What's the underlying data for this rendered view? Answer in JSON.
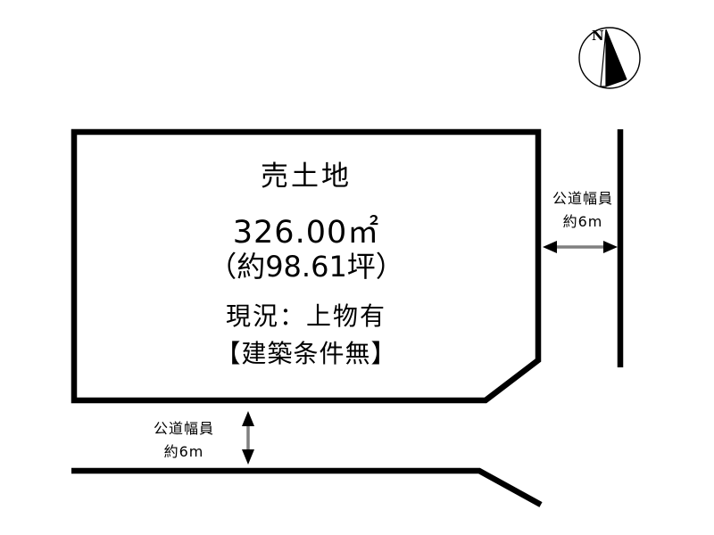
{
  "diagram": {
    "type": "land-plot-survey",
    "background_color": "#ffffff",
    "line_color": "#000000",
    "arrow_color": "#808080",
    "plot": {
      "title": "売土地",
      "area_sqm": "326.00㎡",
      "area_tsubo": "（約98.61坪）",
      "condition": "現況：上物有",
      "building_condition": "【建築条件無】"
    },
    "roads": {
      "right": {
        "name_line": "公道幅員",
        "width_line": "約6m",
        "arrow_direction": "horizontal"
      },
      "bottom": {
        "name_line": "公道幅員",
        "width_line": "約6m",
        "arrow_direction": "vertical"
      }
    },
    "compass": {
      "north_label": "N"
    }
  }
}
